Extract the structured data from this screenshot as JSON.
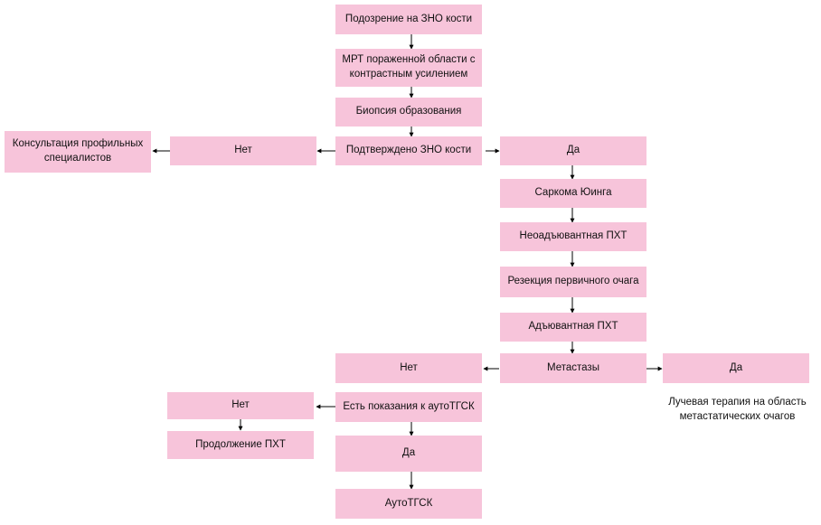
{
  "nodes": {
    "suspicion": "Подозрение на ЗНО кости",
    "mri": "МРТ пораженной области с контрастным усилением",
    "biopsy": "Биопсия образования",
    "confirmed": "Подтверждено ЗНО кости",
    "no_confirm": "Нет",
    "consult": "Консультация профильных специалистов",
    "yes_confirm": "Да",
    "ewing": "Саркома Юинга",
    "neoadj": "Неоадъювантная ПХТ",
    "resection": "Резекция первичного очага",
    "adj": "Адъювантная ПХТ",
    "metastases": "Метастазы",
    "met_no": "Нет",
    "met_yes": "Да",
    "radiation": "Лучевая терапия на область метастатических очагов",
    "autotgsk_indication": "Есть показания к аутоТГСК",
    "ind_no": "Нет",
    "continue_pht": "Продолжение ПХТ",
    "ind_yes": "Да",
    "autotgsk": "АутоТГСК"
  },
  "colors": {
    "box_fill": "#f7c4da",
    "arrow": "#000000"
  }
}
